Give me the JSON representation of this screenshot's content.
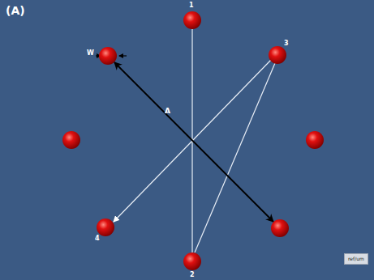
{
  "diagram": {
    "labels": [
      "(A)",
      "1",
      "W",
      "3",
      "A",
      "4",
      "2",
      "ref/um"
    ]
  }
}
